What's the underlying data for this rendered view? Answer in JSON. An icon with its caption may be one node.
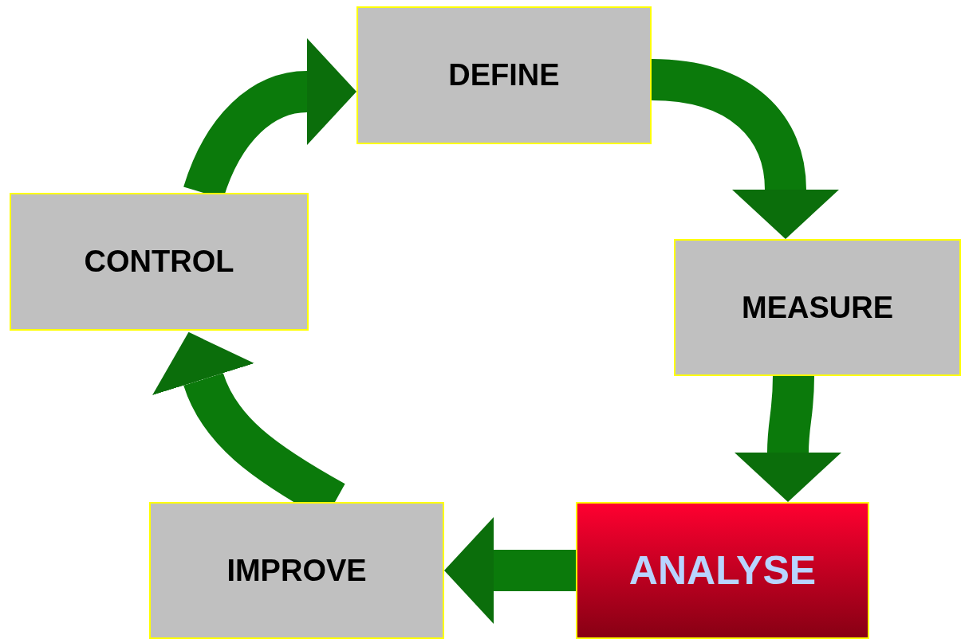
{
  "diagram": {
    "nodes": [
      {
        "text": [
          "DEFINE"
        ]
      },
      {
        "text": [
          "MEASURE"
        ]
      },
      {
        "text": [
          "ANALYSE"
        ]
      },
      {
        "text": [
          "IMPROVE"
        ]
      },
      {
        "text": [
          "CONTROL"
        ]
      }
    ],
    "edges": [
      {
        "from": 0,
        "to": 1,
        "arrow": "to"
      },
      {
        "from": 1,
        "to": 2,
        "arrow": "to"
      },
      {
        "from": 2,
        "to": 3,
        "arrow": "to"
      },
      {
        "from": 3,
        "to": 4,
        "arrow": "to"
      },
      {
        "from": 4,
        "to": 0,
        "arrow": "to"
      }
    ]
  }
}
